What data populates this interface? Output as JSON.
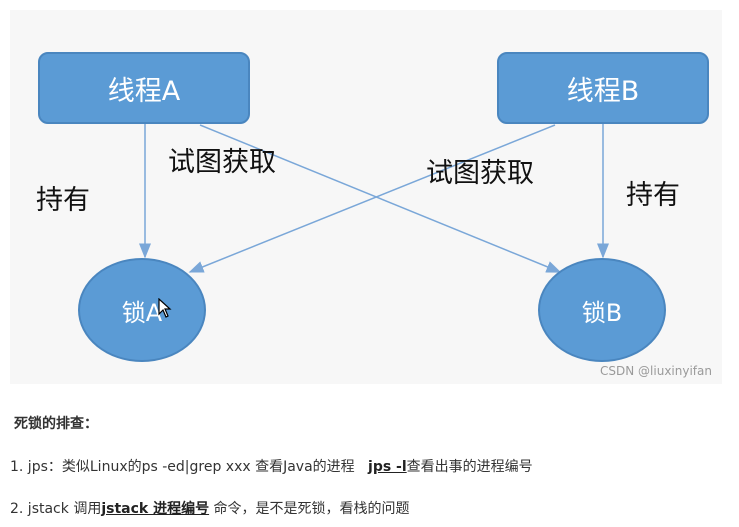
{
  "diagram": {
    "thread_a": "线程A",
    "thread_b": "线程B",
    "lock_a": "锁A",
    "lock_b": "锁B",
    "hold_left": "持有",
    "hold_right": "持有",
    "try_left": "试图获取",
    "try_right": "试图获取",
    "watermark": "CSDN @liuxinyifan"
  },
  "section": {
    "title": "死锁的排查："
  },
  "items": [
    {
      "prefix": "1. jps：类似Linux的ps -ed|grep xxx  查看Java的进程",
      "keyword": "jps -l",
      "suffix": "查看出事的进程编号"
    },
    {
      "prefix": "2. jstack 调用",
      "keyword": "jstack 进程编号",
      "suffix": "命令，是不是死锁，看栈的问题"
    }
  ],
  "colors": {
    "node_fill": "#5b9bd5",
    "node_border": "#4a86bf",
    "arrow": "#7aa7d8"
  }
}
